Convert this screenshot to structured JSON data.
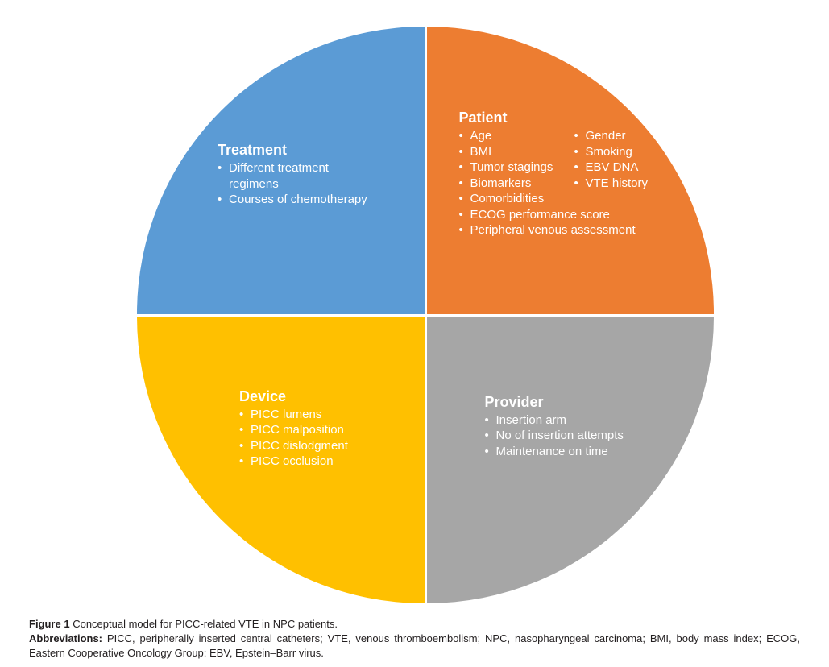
{
  "figure": {
    "bullet": "•",
    "quadrants": {
      "treatment": {
        "title": "Treatment",
        "color": "#5B9BD5",
        "items": [
          "Different treatment\nregimens",
          "Courses of chemotherapy"
        ]
      },
      "patient": {
        "title": "Patient",
        "color": "#ED7D31",
        "col1": [
          "Age",
          "BMI",
          "Tumor stagings",
          "Biomarkers",
          "Comorbidities",
          "ECOG performance score",
          "Peripheral venous assessment"
        ],
        "col2": [
          "Gender",
          "Smoking",
          "EBV DNA",
          "VTE history"
        ]
      },
      "device": {
        "title": "Device",
        "color": "#FFC000",
        "items": [
          "PICC lumens",
          "PICC malposition",
          "PICC dislodgment",
          "PICC occlusion"
        ]
      },
      "provider": {
        "title": "Provider",
        "color": "#A6A6A6",
        "items": [
          "Insertion arm",
          "No of insertion attempts",
          "Maintenance on time"
        ]
      }
    }
  },
  "caption": {
    "figure_label": "Figure 1",
    "figure_text": "Conceptual model for PICC-related VTE in NPC patients.",
    "abbreviations_label": "Abbreviations:",
    "abbreviations_text": "PICC, peripherally inserted central catheters; VTE, venous thromboembolism; NPC, nasopharyngeal carcinoma; BMI, body mass index; ECOG, Eastern Cooperative Oncology Group; EBV, Epstein–Barr virus."
  }
}
